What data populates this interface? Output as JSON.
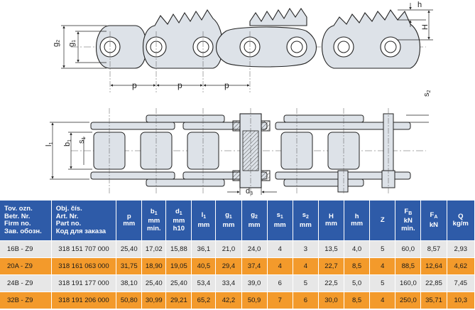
{
  "drawing": {
    "labels": {
      "g1": "g",
      "g1_sub": "1",
      "g2": "g",
      "g2_sub": "2",
      "p": "p",
      "h": "h",
      "H": "H",
      "b1": "b",
      "b1_sub": "1",
      "l1": "l",
      "l1_sub": "1",
      "s1": "s",
      "s1_sub": "1",
      "s2": "s",
      "s2_sub": "2",
      "d3": "d",
      "d3_sub": "3"
    }
  },
  "table": {
    "headers": [
      {
        "lines": [
          "Tov. ozn.",
          "Betr. Nr.",
          "Firm no.",
          "Зав. обозн."
        ]
      },
      {
        "lines": [
          "Obj. čís.",
          "Art. Nr.",
          "Part no.",
          "Код для заказа"
        ]
      },
      {
        "sym": "p",
        "lines": [
          "mm"
        ]
      },
      {
        "sym": "b",
        "sub": "1",
        "lines": [
          "mm",
          "min."
        ]
      },
      {
        "sym": "d",
        "sub": "1",
        "lines": [
          "mm",
          "h10"
        ]
      },
      {
        "sym": "l",
        "sub": "1",
        "lines": [
          "mm"
        ]
      },
      {
        "sym": "g",
        "sub": "1",
        "lines": [
          "mm"
        ]
      },
      {
        "sym": "g",
        "sub": "2",
        "lines": [
          "mm"
        ]
      },
      {
        "sym": "s",
        "sub": "1",
        "lines": [
          "mm"
        ]
      },
      {
        "sym": "s",
        "sub": "2",
        "lines": [
          "mm"
        ]
      },
      {
        "sym": "H",
        "lines": [
          "mm"
        ]
      },
      {
        "sym": "h",
        "lines": [
          "mm"
        ]
      },
      {
        "sym": "Z",
        "lines": []
      },
      {
        "sym": "F",
        "sub": "B",
        "lines": [
          "kN",
          "min."
        ]
      },
      {
        "sym": "F",
        "sub": "A",
        "lines": [
          "kN"
        ]
      },
      {
        "sym": "Q",
        "lines": [
          "kg/m"
        ]
      }
    ],
    "rows": [
      [
        "16B - Z9",
        "318 151 707 000",
        "25,40",
        "17,02",
        "15,88",
        "36,1",
        "21,0",
        "24,0",
        "4",
        "3",
        "13,5",
        "4,0",
        "5",
        "60,0",
        "8,57",
        "2,93"
      ],
      [
        "20A - Z9",
        "318 161 063 000",
        "31,75",
        "18,90",
        "19,05",
        "40,5",
        "29,4",
        "37,4",
        "4",
        "4",
        "22,7",
        "8,5",
        "4",
        "88,5",
        "12,64",
        "4,62"
      ],
      [
        "24B - Z9",
        "318 191 177 000",
        "38,10",
        "25,40",
        "25,40",
        "53,4",
        "33,4",
        "39,0",
        "6",
        "5",
        "22,5",
        "5,0",
        "5",
        "160,0",
        "22,85",
        "7,45"
      ],
      [
        "32B - Z9",
        "318 191 206 000",
        "50,80",
        "30,99",
        "29,21",
        "65,2",
        "42,2",
        "50,9",
        "7",
        "6",
        "30,0",
        "8,5",
        "4",
        "250,0",
        "35,71",
        "10,3"
      ]
    ],
    "row_colors": {
      "light": "#e7e7e7",
      "orange": "#f39a2b",
      "header": "#2e5ba8"
    }
  }
}
